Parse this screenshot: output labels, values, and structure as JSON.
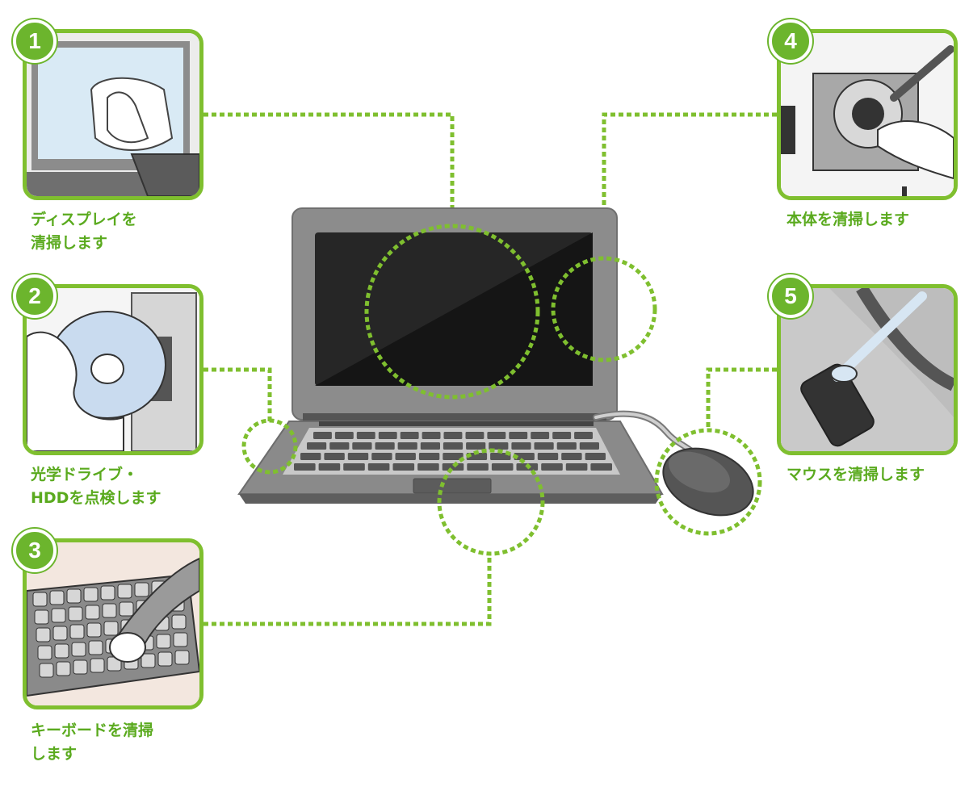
{
  "colors": {
    "accent": "#7fbf2f",
    "badge": "#6cb52d",
    "caption": "#5aaa1e",
    "laptop_body": "#8a8a8a",
    "screen": "#222222"
  },
  "steps": [
    {
      "number": "1",
      "caption_lines": [
        "ディスプレイを",
        "清掃します"
      ],
      "icon": "display-cleaning-illustration"
    },
    {
      "number": "2",
      "caption_lines": [
        "光学ドライブ・",
        "HDDを点検します"
      ],
      "icon": "optical-drive-illustration"
    },
    {
      "number": "3",
      "caption_lines": [
        "キーボードを清掃",
        "します"
      ],
      "icon": "keyboard-cleaning-illustration"
    },
    {
      "number": "4",
      "caption_lines": [
        "本体を清掃します"
      ],
      "icon": "fan-cleaning-illustration"
    },
    {
      "number": "5",
      "caption_lines": [
        "マウスを清掃します"
      ],
      "icon": "mouse-cleaning-illustration"
    }
  ]
}
